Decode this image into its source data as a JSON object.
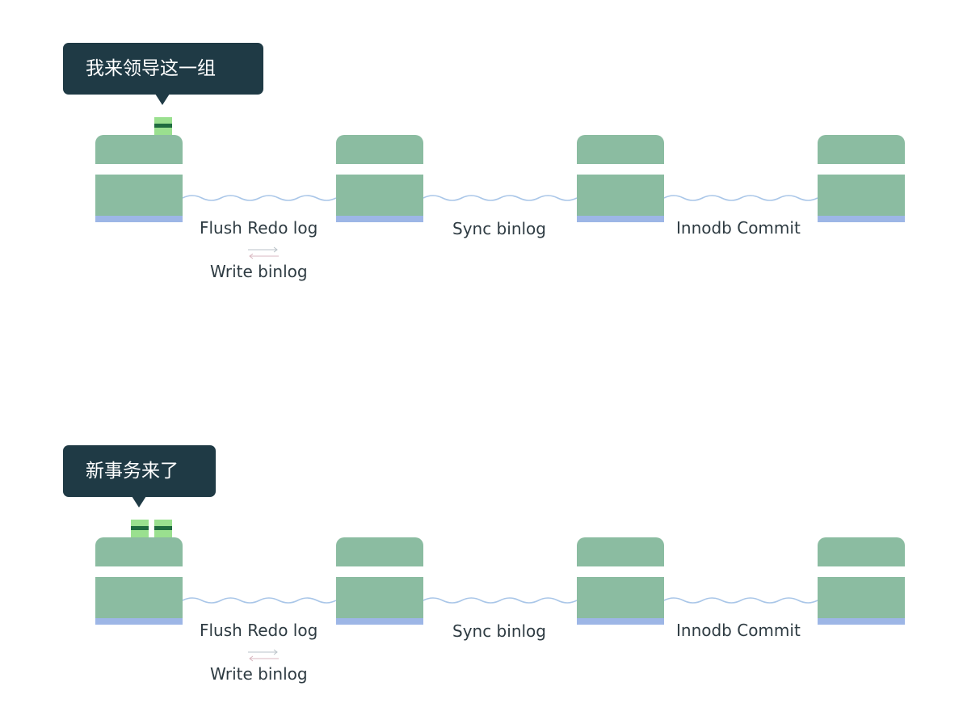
{
  "rows": [
    {
      "bubble": "我来领导这一组",
      "labels": {
        "flush": "Flush Redo log",
        "write": "Write binlog",
        "sync": "Sync binlog",
        "commit": "Innodb Commit"
      },
      "token_count": 1
    },
    {
      "bubble": "新事务来了",
      "labels": {
        "flush": "Flush Redo log",
        "write": "Write binlog",
        "sync": "Sync binlog",
        "commit": "Innodb Commit"
      },
      "token_count": 2
    }
  ],
  "colors": {
    "bubble": "#1f3a45",
    "stage": "#8bbca1",
    "stage_base": "#9db6e6",
    "token": "#9ae08f",
    "token_bar": "#1f6b3f",
    "wave": "#a9c6e8"
  }
}
